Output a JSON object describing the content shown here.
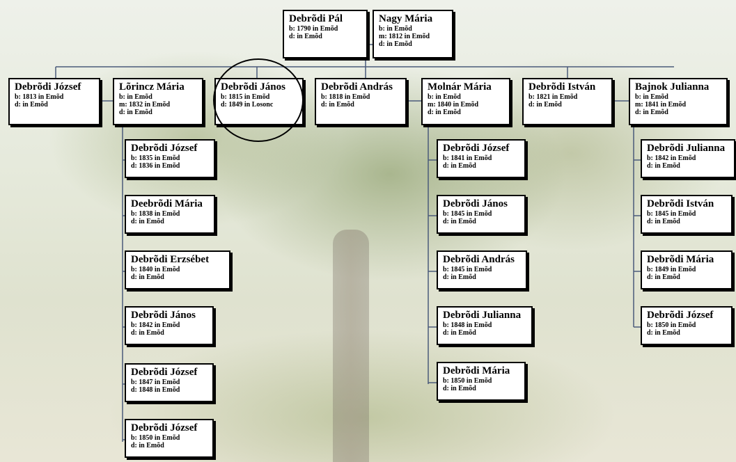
{
  "root": {
    "father": {
      "name": "Debrõdi Pál",
      "b": "b: 1790 in Emõd",
      "d": "d: in Emõd"
    },
    "mother": {
      "name": "Nagy Mária",
      "b": "b: in Emõd",
      "m": "m: 1812 in Emõd",
      "d": "d: in Emõd"
    }
  },
  "gen2": {
    "jozsef": {
      "name": "Debrõdi József",
      "b": "b: 1813 in Emõd",
      "d": "d: in Emõd"
    },
    "lorincz": {
      "name": "Lõrincz Mária",
      "b": "b: in Emõd",
      "m": "m: 1832 in Emõd",
      "d": "d: in Emõd"
    },
    "janos": {
      "name": "Debrõdi János",
      "b": "b: 1815 in Emõd",
      "d": "d: 1849 in Losonc"
    },
    "andras": {
      "name": "Debrõdi András",
      "b": "b: 1818 in Emõd",
      "d": "d: in Emõd"
    },
    "molnar": {
      "name": "Molnár Mária",
      "b": "b: in Emõd",
      "m": "m: 1840 in Emõd",
      "d": "d: in Emõd"
    },
    "istvan": {
      "name": "Debrõdi István",
      "b": "b: 1821 in Emõd",
      "d": "d: in Emõd"
    },
    "bajnok": {
      "name": "Bajnok Julianna",
      "b": "b: in Emõd",
      "m": "m: 1841 in Emõd",
      "d": "d: in Emõd"
    }
  },
  "children_left": [
    {
      "name": "Debrõdi József",
      "b": "b: 1835 in Emõd",
      "d": "d: 1836 in Emõd"
    },
    {
      "name": "Deebrõdi Mária",
      "b": "b: 1838 in Emõd",
      "d": "d: in Emõd"
    },
    {
      "name": "Debrõdi Erzsébet",
      "b": "b: 1840 in Emõd",
      "d": "d: in Emõd"
    },
    {
      "name": "Debrõdi János",
      "b": "b: 1842 in Emõd",
      "d": "d: in Emõd"
    },
    {
      "name": "Debrõdi József",
      "b": "b: 1847 in Emõd",
      "d": "d: 1848 in Emõd"
    },
    {
      "name": "Debrõdi József",
      "b": "b: 1850 in Emõd",
      "d": "d: in Emõd"
    }
  ],
  "children_mid": [
    {
      "name": "Debrõdi József",
      "b": "b: 1841 in Emõd",
      "d": "d: in Emõd"
    },
    {
      "name": "Debrõdi János",
      "b": "b: 1845 in Emõd",
      "d": "d: in Emõd"
    },
    {
      "name": "Debrõdi András",
      "b": "b: 1845 in Emõd",
      "d": "d: in Emõd"
    },
    {
      "name": "Debrõdi Julianna",
      "b": "b: 1848 in Emõd",
      "d": "d: in Emõd"
    },
    {
      "name": "Debrõdi Mária",
      "b": "b: 1850 in Emõd",
      "d": "d: in Emõd"
    }
  ],
  "children_right": [
    {
      "name": "Debrõdi Julianna",
      "b": "b: 1842 in Emõd",
      "d": "d: in Emõd"
    },
    {
      "name": "Debrõdi István",
      "b": "b: 1845 in Emõd",
      "d": "d: in Emõd"
    },
    {
      "name": "Debrõdi Mária",
      "b": "b: 1849 in Emõd",
      "d": "d: in Emõd"
    },
    {
      "name": "Debrõdi József",
      "b": "b: 1850 in Emõd",
      "d": "d: in Emõd"
    }
  ],
  "colors": {
    "line": "#4a5a7a",
    "box_border": "#000000",
    "box_bg": "#ffffff"
  }
}
